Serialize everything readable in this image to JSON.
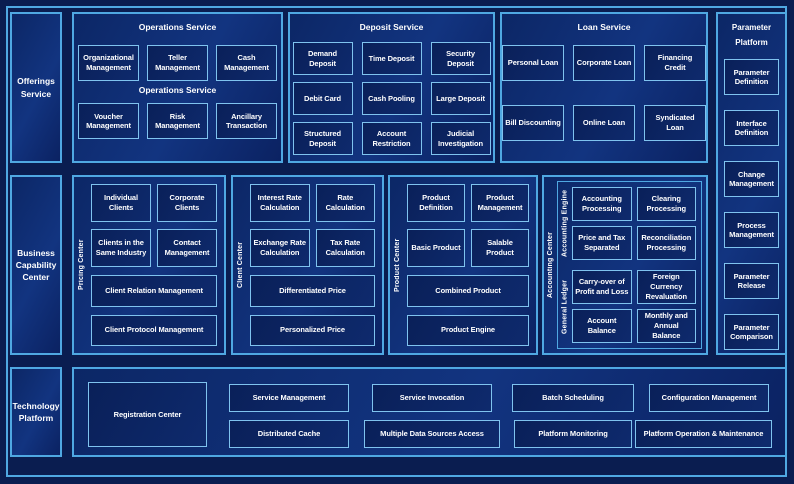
{
  "colors": {
    "background": "#0a1d50",
    "panel_border": "#4fa8e2",
    "box_border": "#7fc3ef",
    "text": "#ffffff"
  },
  "left_rail": {
    "offerings": "Offerings Service",
    "business": "Business Capability Center",
    "technology": "Technology Platform"
  },
  "operations": {
    "title": "Operations Service",
    "subtitle": "Operations Service",
    "row1": [
      "Organizational Management",
      "Teller Management",
      "Cash Management"
    ],
    "row2": [
      "Voucher Management",
      "Risk Management",
      "Ancillary Transaction"
    ]
  },
  "deposit": {
    "title": "Deposit Service",
    "items": [
      "Demand Deposit",
      "Time Deposit",
      "Security Deposit",
      "Debit Card",
      "Cash Pooling",
      "Large Deposit",
      "Structured Deposit",
      "Account Restriction",
      "Judicial Investigation"
    ]
  },
  "loan": {
    "title": "Loan Service",
    "items": [
      "Personal Loan",
      "Corporate Loan",
      "Financing Credit",
      "Bill Discounting",
      "Online Loan",
      "Syndicated Loan"
    ]
  },
  "parameter_platform": {
    "title": "Parameter Platform",
    "items": [
      "Parameter Definition",
      "Interface Definition",
      "Change Management",
      "Process Management",
      "Parameter Release",
      "Parameter Comparison"
    ]
  },
  "pricing_center": {
    "label": "Pricing Center",
    "items": [
      "Individual Clients",
      "Corporate Clients",
      "Clients in the Same Industry",
      "Contact Management"
    ],
    "wide": [
      "Client Relation Management",
      "Client Protocol Management"
    ]
  },
  "client_center": {
    "label": "Client Center",
    "items": [
      "Interest Rate Calculation",
      "Rate Calculation",
      "Exchange Rate Calculation",
      "Tax Rate Calculation"
    ],
    "wide": [
      "Differentiated Price",
      "Personalized Price"
    ]
  },
  "product_center": {
    "label": "Product Center",
    "items": [
      "Product Definition",
      "Product Management",
      "Basic Product",
      "Salable Product"
    ],
    "wide": [
      "Combined Product",
      "Product Engine"
    ]
  },
  "accounting_center": {
    "label": "Accounting Center",
    "engine": {
      "label": "Accounting Engine",
      "items": [
        "Accounting Processing",
        "Clearing Processing",
        "Price and Tax Separated",
        "Reconciliation Processing"
      ]
    },
    "ledger": {
      "label": "General Ledger",
      "items": [
        "Carry-over of Profit and Loss",
        "Foreign Currency Revaluation",
        "Account Balance",
        "Monthly and Annual Balance"
      ]
    }
  },
  "technology": {
    "registration": "Registration Center",
    "row1": [
      "Service Management",
      "Service Invocation",
      "Batch Scheduling",
      "Configuration Management"
    ],
    "row2": [
      "Distributed Cache",
      "Multiple Data Sources Access",
      "Platform Monitoring",
      "Platform Operation & Maintenance"
    ]
  }
}
